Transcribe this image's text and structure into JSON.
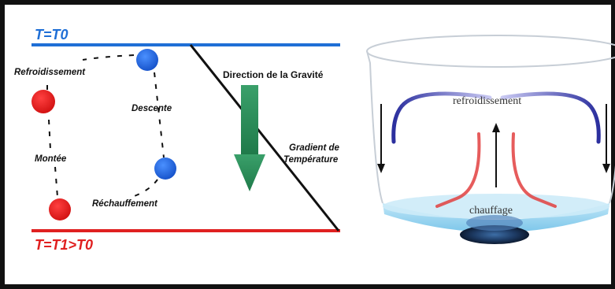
{
  "left_panel": {
    "top_label": "T=T0",
    "bottom_label": "T=T1>T0",
    "refroidissement": "Refroidissement",
    "descente": "Descente",
    "montee": "Montée",
    "rechauffement": "Réchauffement",
    "gravity": "Direction de la Gravité",
    "gradient_line1": "Gradient de",
    "gradient_line2": "Température"
  },
  "right_panel": {
    "top_label": "refroidissement",
    "bottom_label": "chauffage"
  },
  "colors": {
    "cold_blue": "#1f6fd6",
    "hot_red": "#e02020",
    "gravity_green": "#2e8b57",
    "frame": "#111111"
  }
}
